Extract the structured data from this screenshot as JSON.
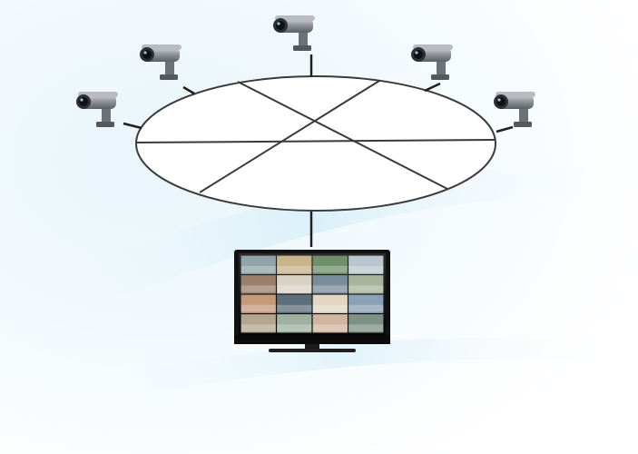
{
  "diagram": {
    "type": "cctv-network",
    "topology": "ring",
    "nodes": [
      {
        "role": "camera",
        "icon": "security-camera-icon"
      },
      {
        "role": "camera",
        "icon": "security-camera-icon"
      },
      {
        "role": "camera",
        "icon": "security-camera-icon"
      },
      {
        "role": "camera",
        "icon": "security-camera-icon"
      },
      {
        "role": "camera",
        "icon": "security-camera-icon"
      },
      {
        "role": "monitor",
        "icon": "monitor-icon",
        "view": "multi-camera-grid",
        "tiles": 16
      }
    ],
    "colors": {
      "background": "#ffffff",
      "swoosh": "#bfe6f4",
      "lines": "#3a3a3a",
      "camera_body": "#9aa0a6",
      "monitor_frame": "#111111"
    }
  }
}
